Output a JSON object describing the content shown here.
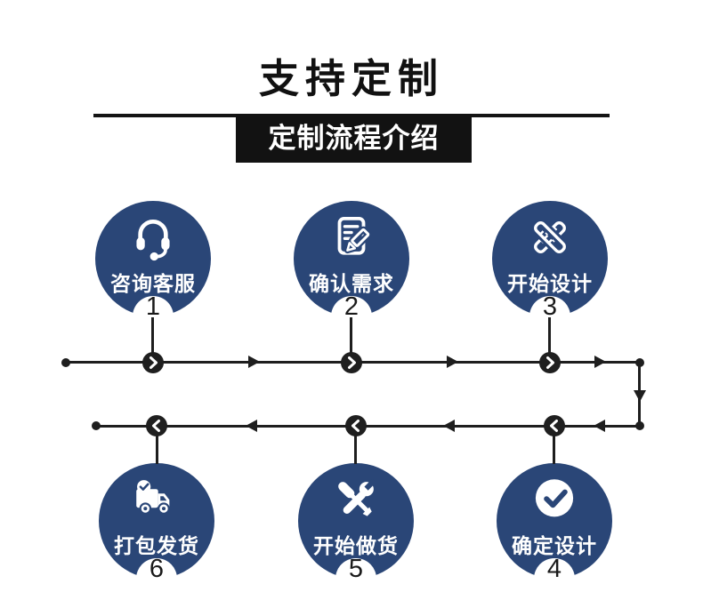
{
  "header": {
    "title": "支持定制",
    "ribbon": "定制流程介绍"
  },
  "steps": [
    {
      "number": "1",
      "label": "咨询客服",
      "icon": "headset-icon"
    },
    {
      "number": "2",
      "label": "确认需求",
      "icon": "document-pencil-icon"
    },
    {
      "number": "3",
      "label": "开始设计",
      "icon": "ruler-pencil-icon"
    },
    {
      "number": "4",
      "label": "确定设计",
      "icon": "check-circle-icon"
    },
    {
      "number": "5",
      "label": "开始做货",
      "icon": "tools-icon"
    },
    {
      "number": "6",
      "label": "打包发货",
      "icon": "truck-check-icon"
    }
  ],
  "flow": {
    "direction_note": "1→2→3 top row left-to-right, down on right side, 4→5→6 bottom row right-to-left"
  },
  "colors": {
    "circle_blue": "#2a4677",
    "line_black": "#1e1e1e",
    "ribbon_black": "#121212",
    "text_white": "#ffffff"
  }
}
